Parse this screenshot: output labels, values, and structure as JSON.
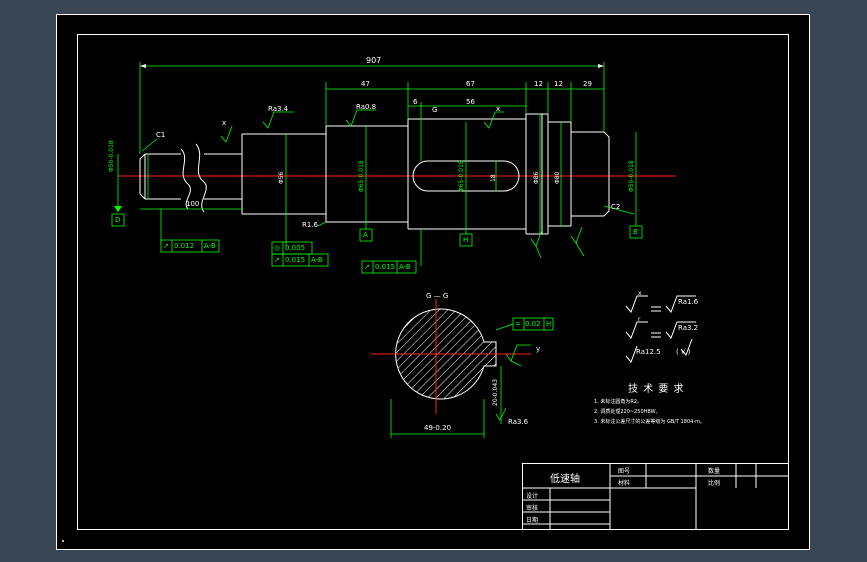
{
  "drawing": {
    "dims": {
      "overall": "907",
      "d47": "47",
      "d6": "6",
      "d67": "67",
      "d56": "56",
      "d12a": "12",
      "d12b": "12",
      "d29": "29",
      "d100": "100",
      "keyway_width": "18",
      "dia_left": "Φ50-0.018",
      "dia_right": "Φ50-0.018",
      "dia_m1": "Φ56",
      "dia_m2": "Φ65-0.018",
      "dia_m3": "Φ65-0.018",
      "dia_collar": "Φ86",
      "dia_step": "Φ80",
      "section_width": "49-0.20",
      "section_depth": "20-0.043"
    },
    "chamfers": {
      "c1": "C1",
      "c2": "C2"
    },
    "radius": "R1.6",
    "datums": {
      "d": "D",
      "a": "A",
      "h": "H",
      "b": "B"
    },
    "roughness": {
      "r1": "Ra3.4",
      "r2": "Ra0.8",
      "r3": "Ra3.6",
      "x1": "x",
      "x2": "x",
      "y1": "y"
    },
    "section_label": "G — G",
    "section_letter": "G",
    "tolerances": {
      "t1_sym": "↗",
      "t1_val": "0.012",
      "t1_ref": "A-B",
      "t2_sym": "◎",
      "t2_val": "0.005",
      "t3_sym": "↗",
      "t3_val": "0.015",
      "t3_ref": "A-B",
      "t4_sym": "↗",
      "t4_val": "0.015",
      "t4_ref": "A-B",
      "t5_sym": "=",
      "t5_val": "0.02",
      "t5_ref": "H"
    },
    "legend": {
      "row1_sym": "x",
      "row1_val": "Ra1.6",
      "row2_sym": "r",
      "row2_val": "Ra3.2",
      "row3_val": "Ra12.5",
      "row3_tail": "( √ )"
    },
    "notes": {
      "title": "技 术 要 求",
      "n1": "1. 未标注圆角为R2。",
      "n2": "2. 调质处理220~250HBW。",
      "n3": "3. 未标注公差尺寸的公差等级为 GB/T 1804-m。"
    },
    "title_block": {
      "part_name": "低速轴",
      "scale_label": "比例",
      "qty_label": "数量",
      "material_label": "材料",
      "drawing_no_label": "图号",
      "designer_label": "设计",
      "checker_label": "审核",
      "date_label": "日期"
    }
  }
}
